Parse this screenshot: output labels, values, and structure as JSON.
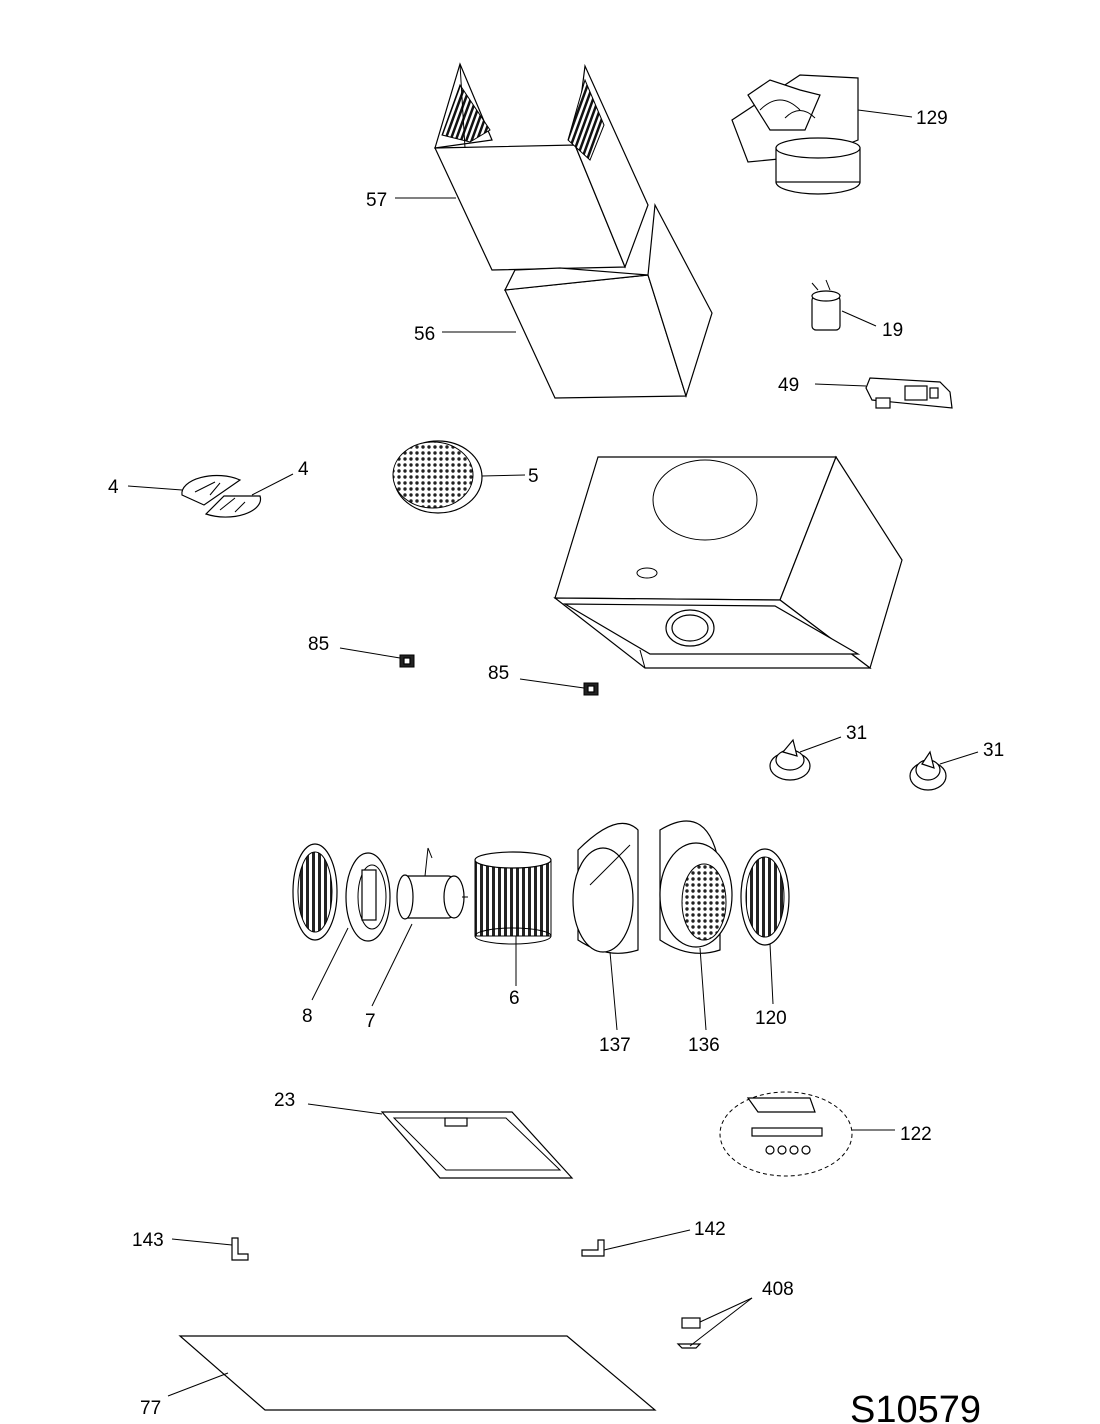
{
  "drawing_number": "S10579",
  "parts": [
    {
      "id": "p129",
      "label": "129"
    },
    {
      "id": "p57",
      "label": "57"
    },
    {
      "id": "p56",
      "label": "56"
    },
    {
      "id": "p19",
      "label": "19"
    },
    {
      "id": "p49",
      "label": "49"
    },
    {
      "id": "p4a",
      "label": "4"
    },
    {
      "id": "p4b",
      "label": "4"
    },
    {
      "id": "p5",
      "label": "5"
    },
    {
      "id": "p85a",
      "label": "85"
    },
    {
      "id": "p85b",
      "label": "85"
    },
    {
      "id": "p31a",
      "label": "31"
    },
    {
      "id": "p31b",
      "label": "31"
    },
    {
      "id": "p8",
      "label": "8"
    },
    {
      "id": "p7",
      "label": "7"
    },
    {
      "id": "p6",
      "label": "6"
    },
    {
      "id": "p137",
      "label": "137"
    },
    {
      "id": "p136",
      "label": "136"
    },
    {
      "id": "p120",
      "label": "120"
    },
    {
      "id": "p23",
      "label": "23"
    },
    {
      "id": "p122",
      "label": "122"
    },
    {
      "id": "p143",
      "label": "143"
    },
    {
      "id": "p142",
      "label": "142"
    },
    {
      "id": "p408",
      "label": "408"
    },
    {
      "id": "p77",
      "label": "77"
    }
  ]
}
